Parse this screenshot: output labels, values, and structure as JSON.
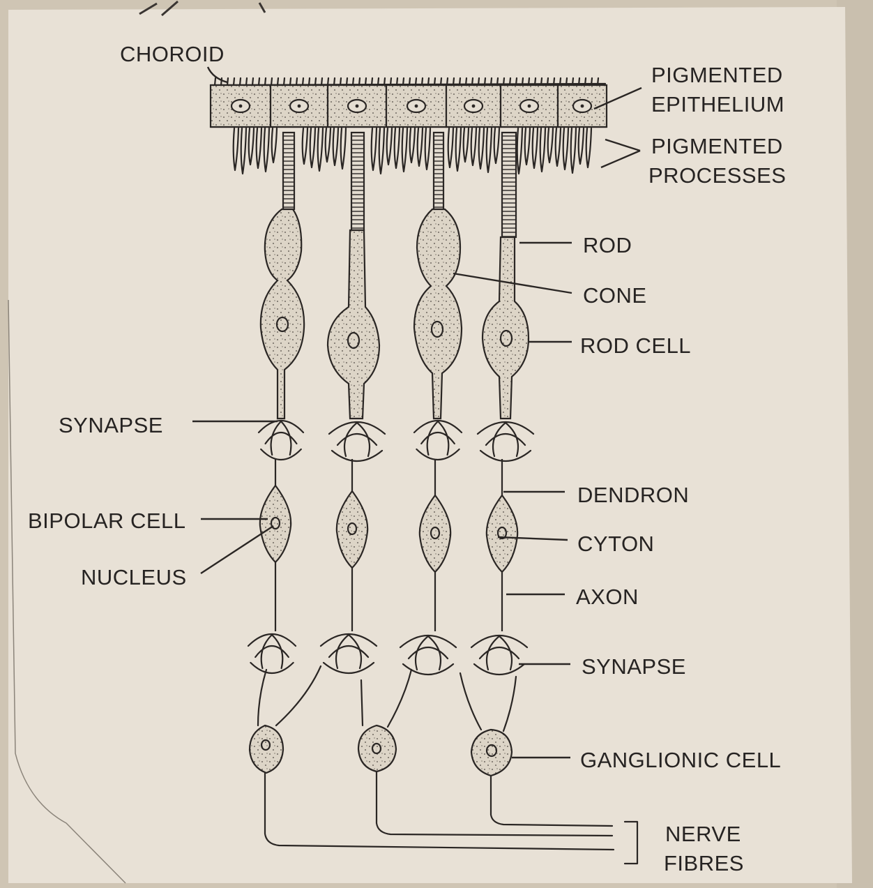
{
  "labels": {
    "choroid": "CHOROID",
    "pigmented_epithelium_line1": "PIGMENTED",
    "pigmented_epithelium_line2": "EPITHELIUM",
    "pigmented_processes_line1": "PIGMENTED",
    "pigmented_processes_line2": "PROCESSES",
    "rod": "ROD",
    "cone": "CONE",
    "rod_cell": "ROD CELL",
    "synapse_upper": "SYNAPSE",
    "dendron": "DENDRON",
    "bipolar_cell": "BIPOLAR CELL",
    "cyton": "CYTON",
    "nucleus": "NUCLEUS",
    "axon": "AXON",
    "synapse_lower": "SYNAPSE",
    "ganglionic_cell": "GANGLIONIC CELL",
    "nerve_fibres_line1": "NERVE",
    "nerve_fibres_line2": "FIBRES"
  },
  "colors": {
    "paper": "#e9e2d7",
    "paper_shadow": "#d9d0c1",
    "backdrop": "#cdc3b2",
    "ink": "#2a2624",
    "cell_fill": "#ddd5c7"
  }
}
